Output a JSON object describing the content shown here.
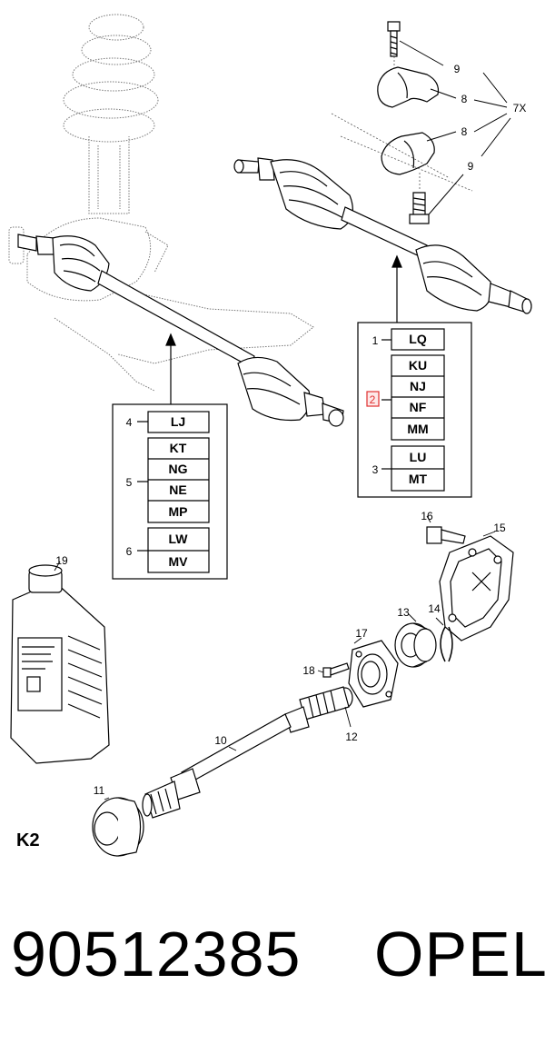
{
  "diagram": {
    "section_code": "K2",
    "footer": {
      "part_number": "90512385",
      "brand": "OPEL"
    },
    "left_shaft_box": {
      "groups": [
        {
          "callout": "4",
          "codes": [
            "LJ"
          ]
        },
        {
          "callout": "5",
          "codes": [
            "KT",
            "NG",
            "NE",
            "MP"
          ]
        },
        {
          "callout": "6",
          "codes": [
            "LW",
            "MV"
          ]
        }
      ]
    },
    "right_shaft_box": {
      "groups": [
        {
          "callout": "1",
          "codes": [
            "LQ"
          ]
        },
        {
          "callout": "2",
          "codes": [
            "KU",
            "NJ",
            "NF",
            "MM"
          ],
          "highlight": true
        },
        {
          "callout": "3",
          "codes": [
            "LU",
            "MT"
          ]
        }
      ]
    },
    "callouts": {
      "c7x": "7X",
      "c8a": "8",
      "c8b": "8",
      "c9a": "9",
      "c9b": "9",
      "c10": "10",
      "c11": "11",
      "c12": "12",
      "c13": "13",
      "c14": "14",
      "c15": "15",
      "c16": "16",
      "c17": "17",
      "c18": "18",
      "c19": "19"
    },
    "colors": {
      "line": "#000000",
      "highlight": "#e03030",
      "dotted": "#555555"
    }
  }
}
